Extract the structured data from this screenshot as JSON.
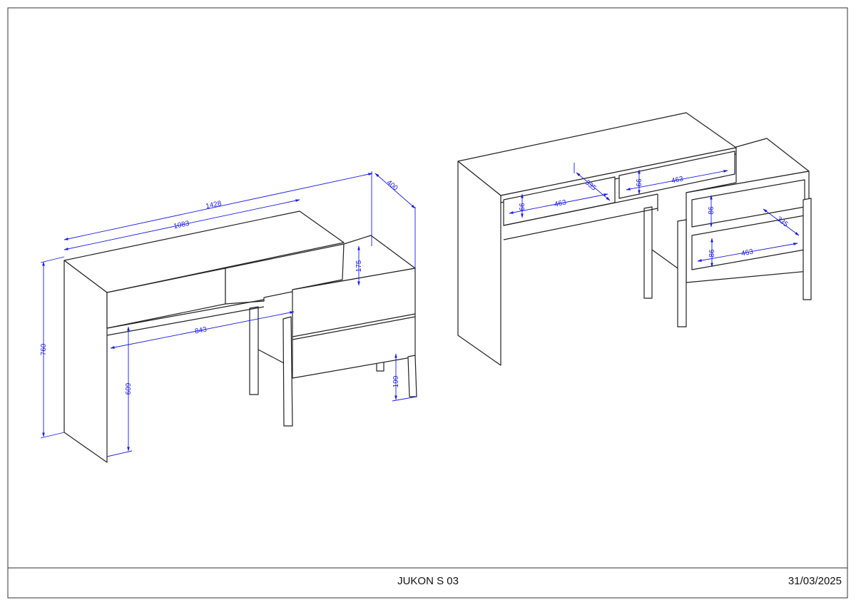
{
  "title_block": {
    "model": "JUKON S 03",
    "date": "31/03/2025"
  },
  "dimensions_assembled": {
    "total_width": "1428",
    "desk_width": "1083",
    "depth": "400",
    "height": "760",
    "knee_height": "609",
    "knee_width": "843",
    "drawer_height": "175",
    "cabinet_leg_height": "199"
  },
  "dimensions_drawers_open": {
    "desk_drawer_left_height": "66",
    "desk_drawer_left_length": "463",
    "desk_drawer_right_height": "66",
    "desk_drawer_right_length": "463",
    "desk_drawer_depth": "335",
    "cabinet_drawer_top_height": "86",
    "cabinet_drawer_bottom_height": "86",
    "cabinet_drawer_length": "463",
    "cabinet_drawer_depth": "335"
  },
  "colors": {
    "dimension": "#1a1ae6",
    "outline": "#222222"
  }
}
